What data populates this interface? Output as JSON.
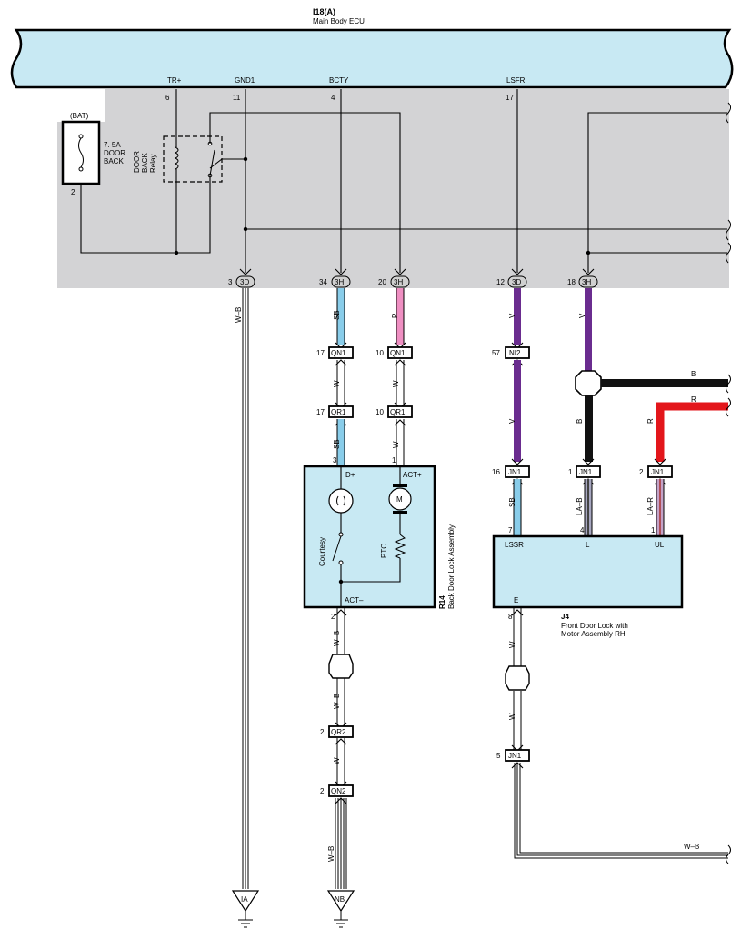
{
  "ecu": {
    "id": "I18(A)",
    "name": "Main Body ECU",
    "pins": [
      {
        "label": "TR+",
        "num": "6"
      },
      {
        "label": "GND1",
        "num": "11"
      },
      {
        "label": "BCTY",
        "num": "4"
      },
      {
        "label": "LSFR",
        "num": "17"
      }
    ],
    "bat_label": "(BAT)",
    "fuse_line1": "7. 5A",
    "fuse_line2": "DOOR",
    "fuse_line3": "BACK",
    "fuse_pin": "2",
    "relay_line1": "DOOR",
    "relay_line2": "BACK",
    "relay_line3": "Relay",
    "connectors": [
      {
        "pin": "3",
        "code": "3D"
      },
      {
        "pin": "34",
        "code": "3H"
      },
      {
        "pin": "20",
        "code": "3H"
      },
      {
        "pin": "12",
        "code": "3D"
      },
      {
        "pin": "18",
        "code": "3H"
      }
    ]
  },
  "wire_colors": {
    "wb1": "W–B",
    "sb1": "SB",
    "p1": "P",
    "v1": "V",
    "v2": "V",
    "w1": "W",
    "w2": "W",
    "v3": "V",
    "b_h": "B",
    "r_h": "R",
    "b_v": "B",
    "r_v": "R",
    "sb2": "SB",
    "w3": "W",
    "lab": "LA–B",
    "lar": "LA–R",
    "wb2": "W–B",
    "wb3": "W–B",
    "w4": "W",
    "w5": "W",
    "w6": "W",
    "wb4": "W–B",
    "wb5": "W–B"
  },
  "junctions": {
    "qn1_a": {
      "pin": "17",
      "code": "QN1"
    },
    "qn1_b": {
      "pin": "10",
      "code": "QN1"
    },
    "ni2": {
      "pin": "57",
      "code": "NI2"
    },
    "qr1_a": {
      "pin": "17",
      "code": "QR1"
    },
    "qr1_b": {
      "pin": "10",
      "code": "QR1"
    },
    "jn1_a": {
      "pin": "16",
      "code": "JN1"
    },
    "jn1_b": {
      "pin": "1",
      "code": "JN1"
    },
    "jn1_c": {
      "pin": "2",
      "code": "JN1"
    },
    "qr2": {
      "pin": "2",
      "code": "QR2"
    },
    "qn2": {
      "pin": "2",
      "code": "QN2"
    },
    "jn1_d": {
      "pin": "5",
      "code": "JN1"
    }
  },
  "r14": {
    "id": "R14",
    "name": "Back Door Lock Assembly",
    "pin_dplus": "3",
    "pin_actplus": "1",
    "pin_actminus": "2",
    "label_dplus": "D+",
    "label_actplus": "ACT+",
    "label_actminus": "ACT–",
    "label_courtesy": "Courtesy",
    "label_ptc": "PTC",
    "label_motor": "M"
  },
  "j4": {
    "id": "J4",
    "name_line1": "Front Door Lock with",
    "name_line2": "Motor Assembly RH",
    "pin_lssr": "7",
    "pin_l": "4",
    "pin_ul": "1",
    "pin_e": "8",
    "label_lssr": "LSSR",
    "label_l": "L",
    "label_ul": "UL",
    "label_e": "E"
  },
  "grounds": {
    "ia": "IA",
    "nb": "NB"
  },
  "colors": {
    "ecu_fill": "#c8e9f3",
    "panel_fill": "#d3d3d5",
    "component_fill": "#c8e9f3",
    "sb": "#89cdea",
    "pink": "#ef8fc2",
    "violet": "#6a2c8f",
    "black": "#111111",
    "red": "#e3161b",
    "lab_stripe": "#a7a7c0",
    "lar_stripe": "#c4a3c8"
  }
}
